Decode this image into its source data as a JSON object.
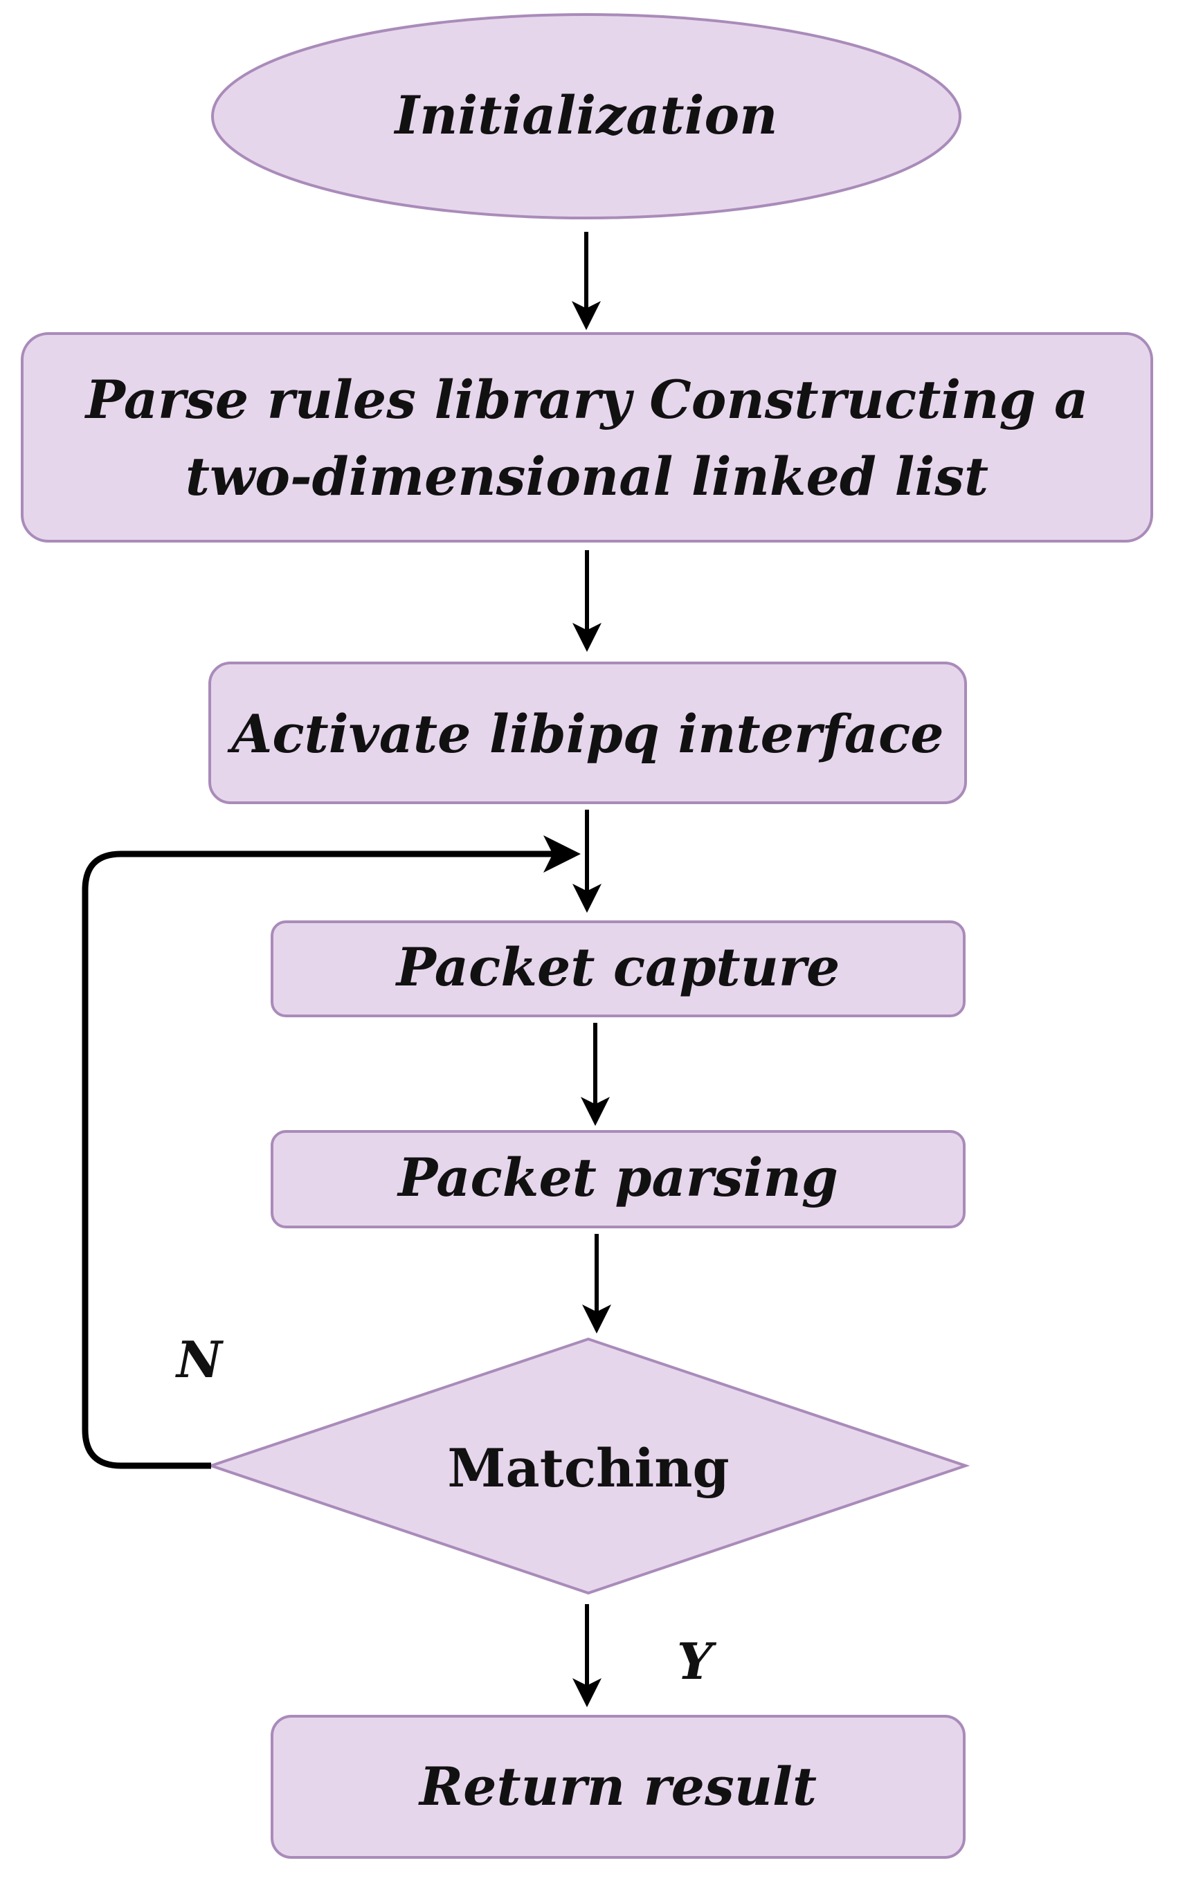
{
  "nodes": {
    "initialization": {
      "label": "Initialization"
    },
    "parse_rules": {
      "line1": "Parse rules library Constructing a",
      "line2": "two-dimensional linked list"
    },
    "activate_libipq": {
      "label": "Activate libipq interface"
    },
    "packet_capture": {
      "label": "Packet capture"
    },
    "packet_parsing": {
      "label": "Packet parsing"
    },
    "matching": {
      "label": "Matching"
    },
    "return_result": {
      "label": "Return result"
    }
  },
  "edges": {
    "no_label": "N",
    "yes_label": "Y"
  },
  "colors": {
    "node_fill": "#e6d6ec",
    "node_stroke": "#a98bb9",
    "edge": "#000000"
  }
}
